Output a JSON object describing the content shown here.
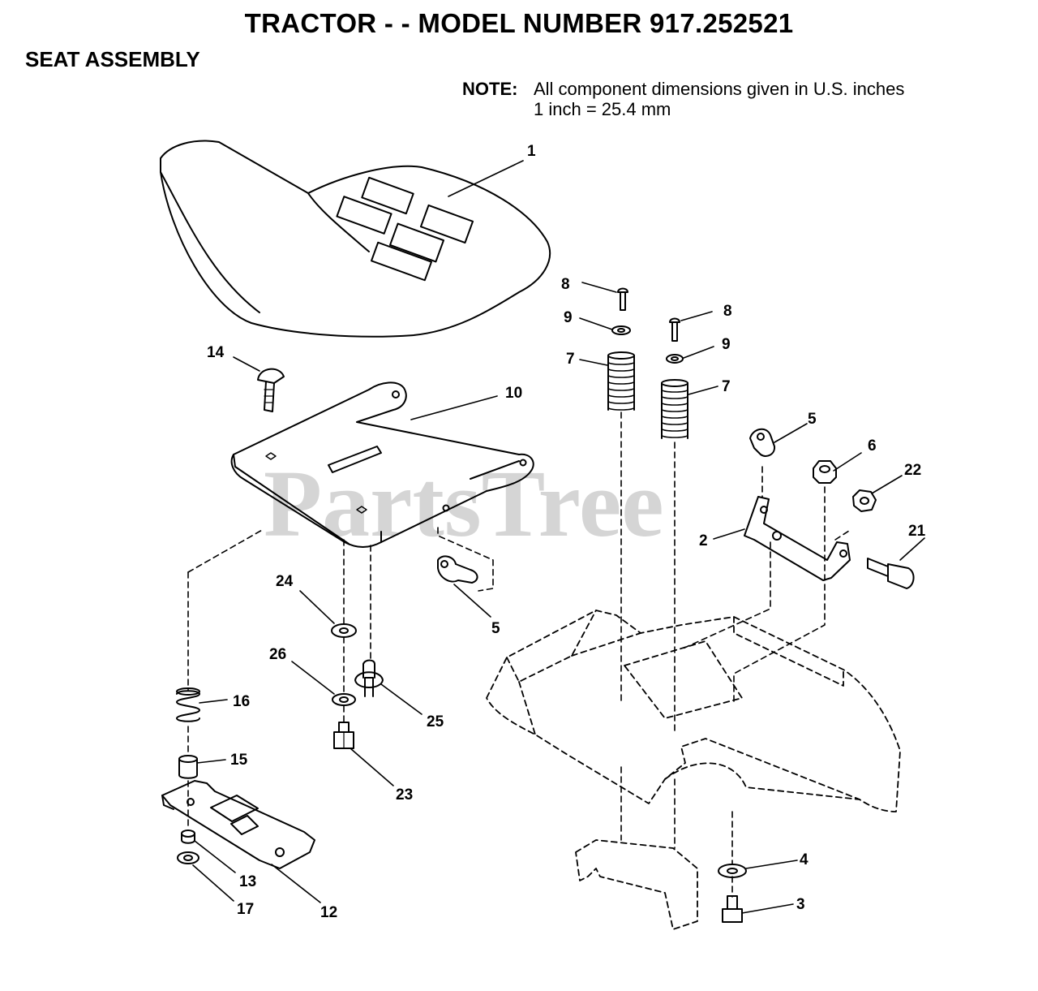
{
  "header": {
    "title": "TRACTOR - - MODEL NUMBER 917.252521",
    "section": "SEAT ASSEMBLY"
  },
  "note": {
    "label": "NOTE:",
    "line1": "All component dimensions given in U.S. inches",
    "line2": "1 inch = 25.4 mm"
  },
  "watermark": "PartsTree",
  "callouts": {
    "c1": "1",
    "c2": "2",
    "c3": "3",
    "c4": "4",
    "c5a": "5",
    "c5b": "5",
    "c6": "6",
    "c7a": "7",
    "c7b": "7",
    "c8a": "8",
    "c8b": "8",
    "c9a": "9",
    "c9b": "9",
    "c10": "10",
    "c12": "12",
    "c13": "13",
    "c14": "14",
    "c15": "15",
    "c16": "16",
    "c17": "17",
    "c21": "21",
    "c22": "22",
    "c23": "23",
    "c24": "24",
    "c25": "25",
    "c26": "26"
  }
}
